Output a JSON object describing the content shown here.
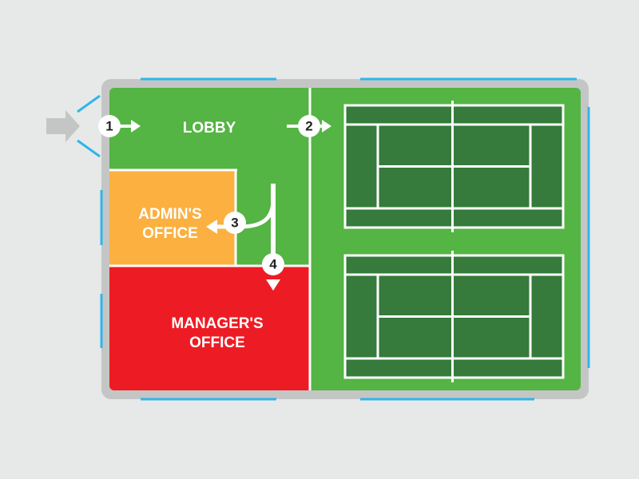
{
  "colors": {
    "background": "#e7e9e8",
    "wall": "#c4c6c5",
    "window": "#2fb5ec",
    "lobby_green": "#54b444",
    "court_dark": "#367a3c",
    "admin_orange": "#fbb040",
    "manager_red": "#ed1c24",
    "arrow_white": "#ffffff",
    "entry_arrow": "#c4c6c5"
  },
  "rooms": {
    "lobby": "LOBBY",
    "admin_line1": "ADMIN'S",
    "admin_line2": "OFFICE",
    "manager_line1": "MANAGER'S",
    "manager_line2": "OFFICE"
  },
  "markers": {
    "m1": "1",
    "m2": "2",
    "m3": "3",
    "m4": "4"
  },
  "icons": {
    "entry": "entry-arrow-icon",
    "court": "tennis-court-icon"
  }
}
